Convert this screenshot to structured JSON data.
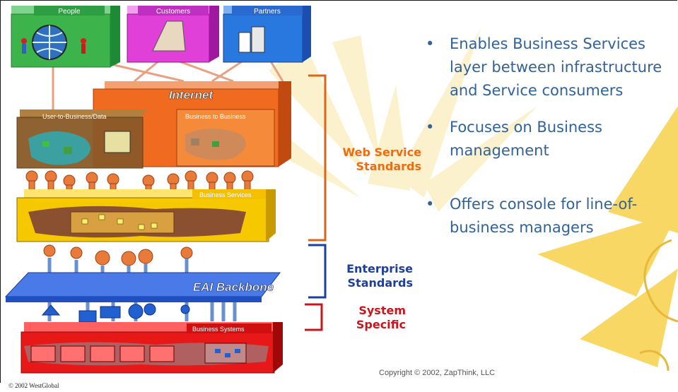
{
  "consumers": {
    "people": "People",
    "customers": "Customers",
    "partners": "Partners"
  },
  "internet_label": "Internet",
  "user_to_business_label": "User-to-Business/Data",
  "business_to_business_label": "Business to Business",
  "business_services_label": "Business Services",
  "eai_label": "EAI Backbone",
  "business_systems_label": "Business Systems",
  "brackets": {
    "web_service": {
      "line1": "Web Service",
      "line2": "Standards",
      "color": "#f06a10"
    },
    "enterprise": {
      "line1": "Enterprise",
      "line2": "Standards",
      "color": "#1d3f9c"
    },
    "system": {
      "line1": "System",
      "line2": "Specific",
      "color": "#c8161c"
    }
  },
  "bullets": [
    "Enables Business Services layer between infrastructure and Service consumers",
    "Focuses on Business management",
    "Offers console for line-of-business managers"
  ],
  "copyright": "Copyright © 2002, ZapThink, LLC",
  "westglobal": "© 2002 WestGlobal"
}
